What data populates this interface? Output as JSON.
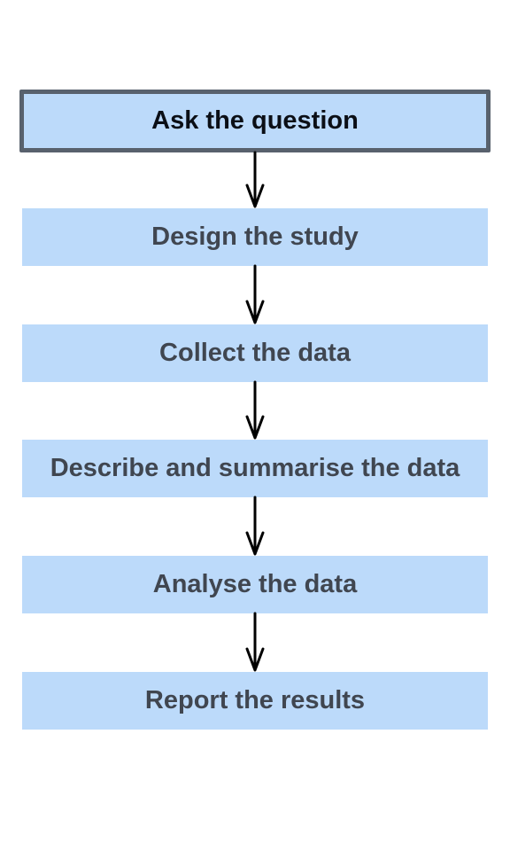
{
  "flowchart": {
    "steps": [
      {
        "label": "Ask the question",
        "highlighted": true
      },
      {
        "label": "Design the study",
        "highlighted": false
      },
      {
        "label": "Collect the data",
        "highlighted": false
      },
      {
        "label": "Describe and summarise the data",
        "highlighted": false
      },
      {
        "label": "Analyse the data",
        "highlighted": false
      },
      {
        "label": "Report the results",
        "highlighted": false
      }
    ],
    "colors": {
      "box_fill": "#bcdafa",
      "active_border": "#58616d",
      "active_text": "#0b0f16",
      "text": "#404650",
      "arrow": "#000000"
    }
  }
}
